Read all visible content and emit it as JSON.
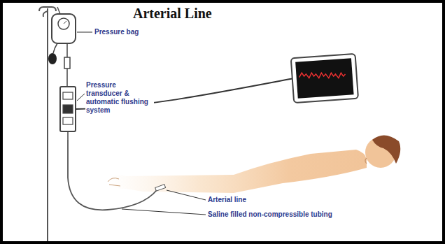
{
  "diagram": {
    "title": "Arterial Line",
    "labels": [
      "Pressure bag",
      "Pressure transducer & automatic flushing system",
      "Arterial line",
      "Saline filled non-compressible tubing"
    ]
  }
}
